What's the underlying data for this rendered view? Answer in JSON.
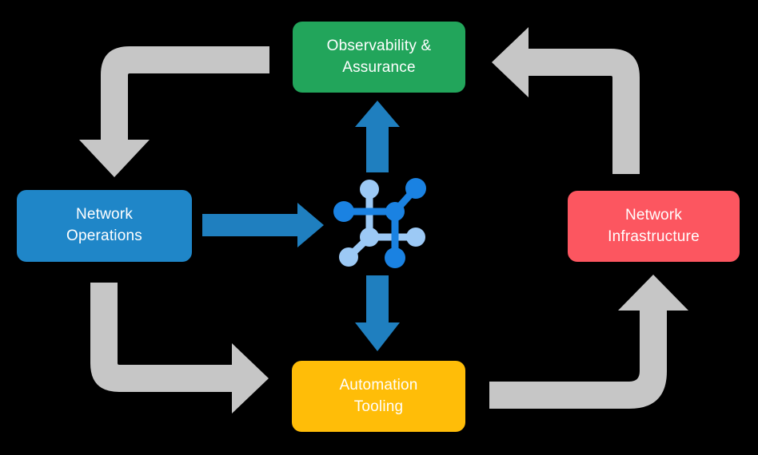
{
  "diagram": {
    "title": "Network automation lifecycle cycle diagram",
    "background_color": "#000000",
    "nodes": [
      {
        "id": "observability",
        "label": "Observability &\nAssurance",
        "color": "#22a55b",
        "text_color": "#ffffff",
        "position": "top"
      },
      {
        "id": "network-operations",
        "label": "Network\nOperations",
        "color": "#1f86c8",
        "text_color": "#ffffff",
        "position": "left"
      },
      {
        "id": "network-infrastructure",
        "label": "Network\nInfrastructure",
        "color": "#fc5660",
        "text_color": "#ffffff",
        "position": "right"
      },
      {
        "id": "automation-tooling",
        "label": "Automation\nTooling",
        "color": "#ffbd08",
        "text_color": "#ffffff",
        "position": "bottom"
      }
    ],
    "center": {
      "icon": "network-topology-icon",
      "node_color_primary": "#1a82e2",
      "node_color_secondary": "#9cc9f5"
    },
    "connectors": {
      "primary_color": "#1f7fbf",
      "secondary_color": "#c6c6c6",
      "primary_arrows": [
        {
          "id": "center-to-observability",
          "direction": "up"
        },
        {
          "id": "center-to-automation",
          "direction": "down"
        },
        {
          "id": "netops-to-center",
          "direction": "right"
        }
      ],
      "cycle_arrows": [
        {
          "id": "observability-to-netops",
          "direction": "left-then-down"
        },
        {
          "id": "netops-to-automation",
          "direction": "down-then-right"
        },
        {
          "id": "automation-to-netinfra",
          "direction": "right-then-up"
        },
        {
          "id": "netinfra-to-observability",
          "direction": "up-then-left"
        }
      ]
    }
  }
}
